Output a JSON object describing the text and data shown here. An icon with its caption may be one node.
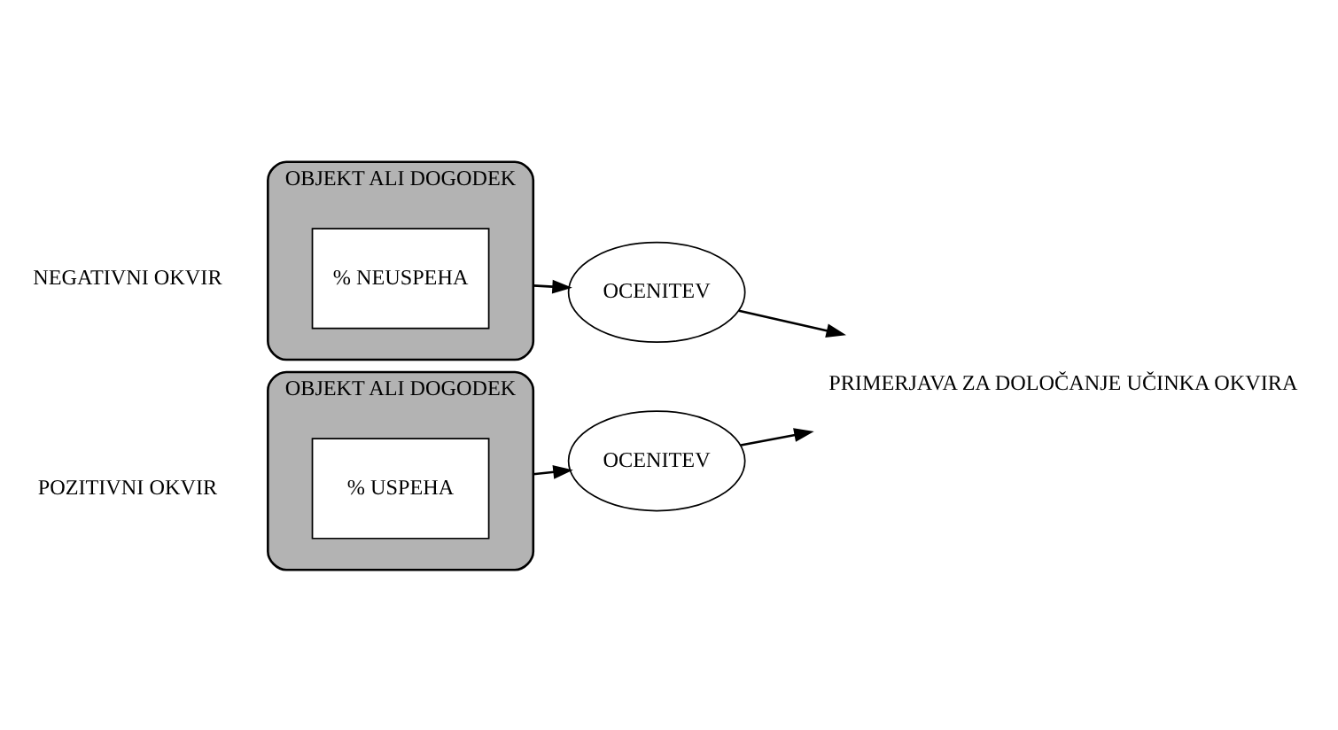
{
  "diagram": {
    "nodes": [
      {
        "text": [
          "OBJEKT ALI DOGODEK"
        ],
        "beside": [
          "POZITIVNI OKVIR"
        ]
      },
      {
        "text": [
          "% USPEHA"
        ],
        "in": 0
      },
      {
        "text": [
          "OCENITEV"
        ]
      },
      {
        "text": [
          "PRIMERJAVA ZA DOLOČANJE UČINKA OKVIRA"
        ]
      },
      {
        "text": [
          "OBJEKT ALI DOGODEK"
        ],
        "beside": [
          "NEGATIVNI OKVIR"
        ]
      },
      {
        "text": [
          "% NEUSPEHA"
        ],
        "in": 4
      },
      {
        "text": [
          "OCENITEV"
        ]
      }
    ],
    "edges": [
      {
        "from": 0,
        "to": 2,
        "arrow": "to"
      },
      {
        "from": 2,
        "to": 3,
        "arrow": "to"
      },
      {
        "from": 4,
        "to": 6,
        "arrow": "to"
      },
      {
        "from": 6,
        "to": 3,
        "arrow": "to"
      }
    ]
  }
}
